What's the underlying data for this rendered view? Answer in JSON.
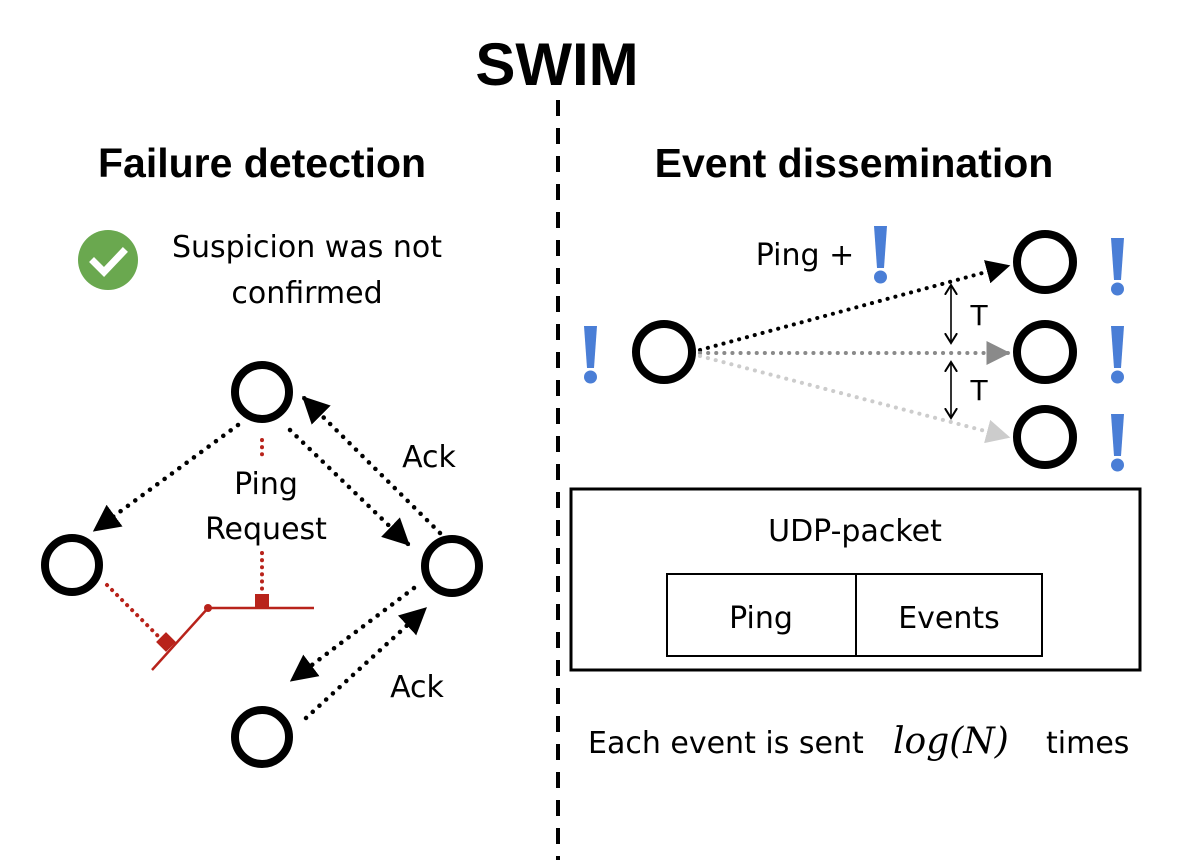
{
  "title": "SWIM",
  "colors": {
    "ink": "#000000",
    "accent_blue": "#4a7ed6",
    "check_green": "#6aa84f",
    "failure_red": "#b8231b",
    "gray_mid": "#8a8a8a",
    "gray_light": "#cccccc"
  },
  "failure_detection": {
    "heading": "Failure detection",
    "status": {
      "icon": "check-circle-icon",
      "line1": "Suspicion was not",
      "line2": "confirmed"
    },
    "labels": {
      "ping_request_line1": "Ping",
      "ping_request_line2": "Request",
      "ack_top": "Ack",
      "ack_bottom": "Ack"
    },
    "nodes": [
      "top",
      "left",
      "right",
      "bottom"
    ],
    "failed_link_icon": "broken-link-icon"
  },
  "event_dissemination": {
    "heading": "Event dissemination",
    "ping_label": "Ping +",
    "event_marker": "!",
    "interval_label_1": "T",
    "interval_label_2": "T",
    "nodes": [
      "source",
      "target-1",
      "target-2",
      "target-3"
    ],
    "packet": {
      "label": "UDP-packet",
      "fields": [
        "Ping",
        "Events"
      ]
    },
    "footer": {
      "prefix": "Each event is sent",
      "formula": "log(N)",
      "suffix": "times"
    }
  }
}
